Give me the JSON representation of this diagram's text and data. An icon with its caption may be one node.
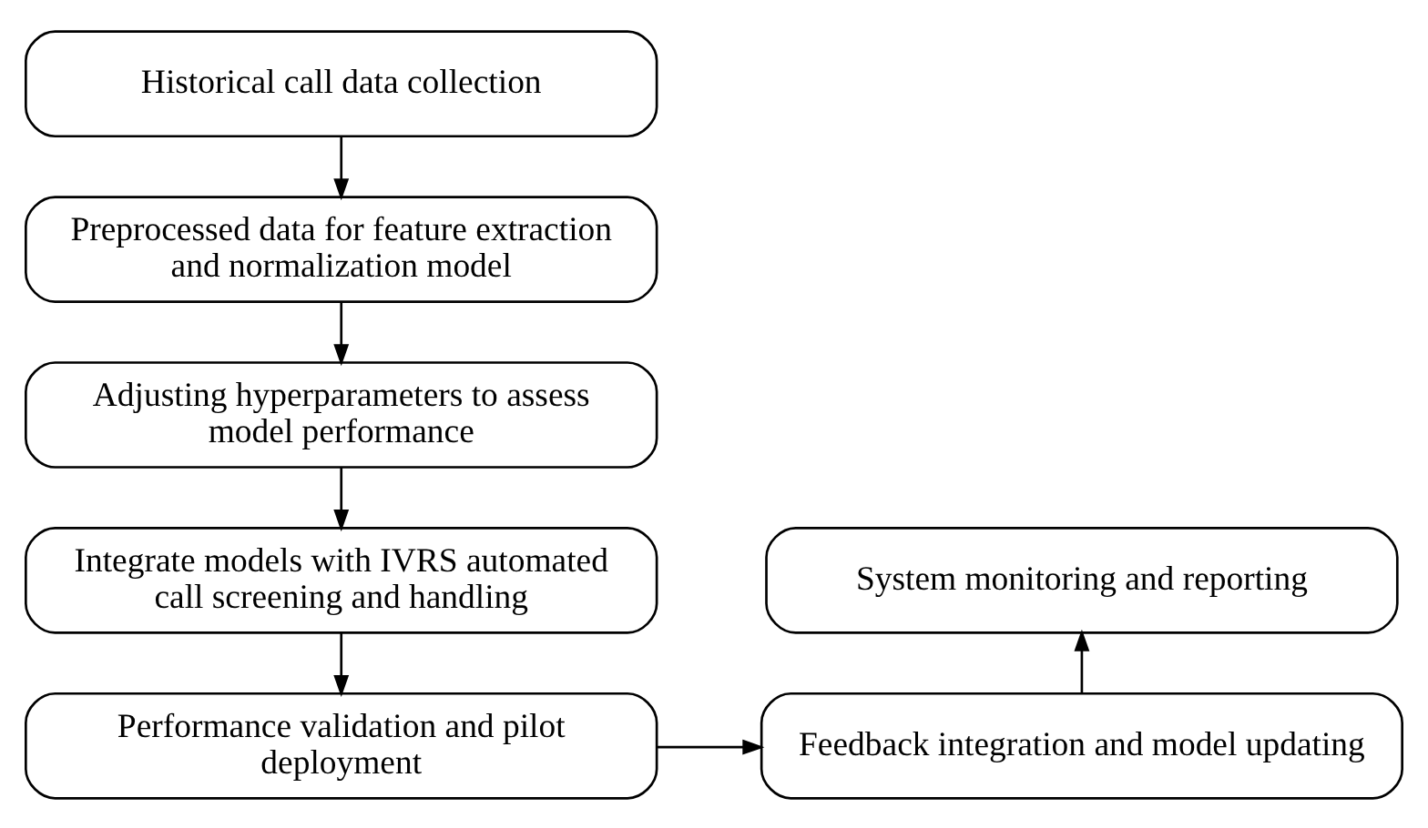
{
  "diagram": {
    "nodes": [
      {
        "text": [
          "Historical call data collection"
        ]
      },
      {
        "text": [
          "Preprocessed data for feature extraction and normalization model"
        ]
      },
      {
        "text": [
          "Adjusting hyperparameters to assess model performance"
        ]
      },
      {
        "text": [
          "Integrate models with IVRS automated call screening and handling"
        ]
      },
      {
        "text": [
          "Performance validation and pilot deployment"
        ]
      },
      {
        "text": [
          "Feedback integration and model updating"
        ]
      },
      {
        "text": [
          "System monitoring and reporting"
        ]
      }
    ],
    "edges": [
      {
        "from": 0,
        "to": 1,
        "arrow": "to"
      },
      {
        "from": 1,
        "to": 2,
        "arrow": "to"
      },
      {
        "from": 2,
        "to": 3,
        "arrow": "to"
      },
      {
        "from": 3,
        "to": 4,
        "arrow": "to"
      },
      {
        "from": 4,
        "to": 5,
        "arrow": "to"
      },
      {
        "from": 5,
        "to": 6,
        "arrow": "to"
      }
    ]
  }
}
